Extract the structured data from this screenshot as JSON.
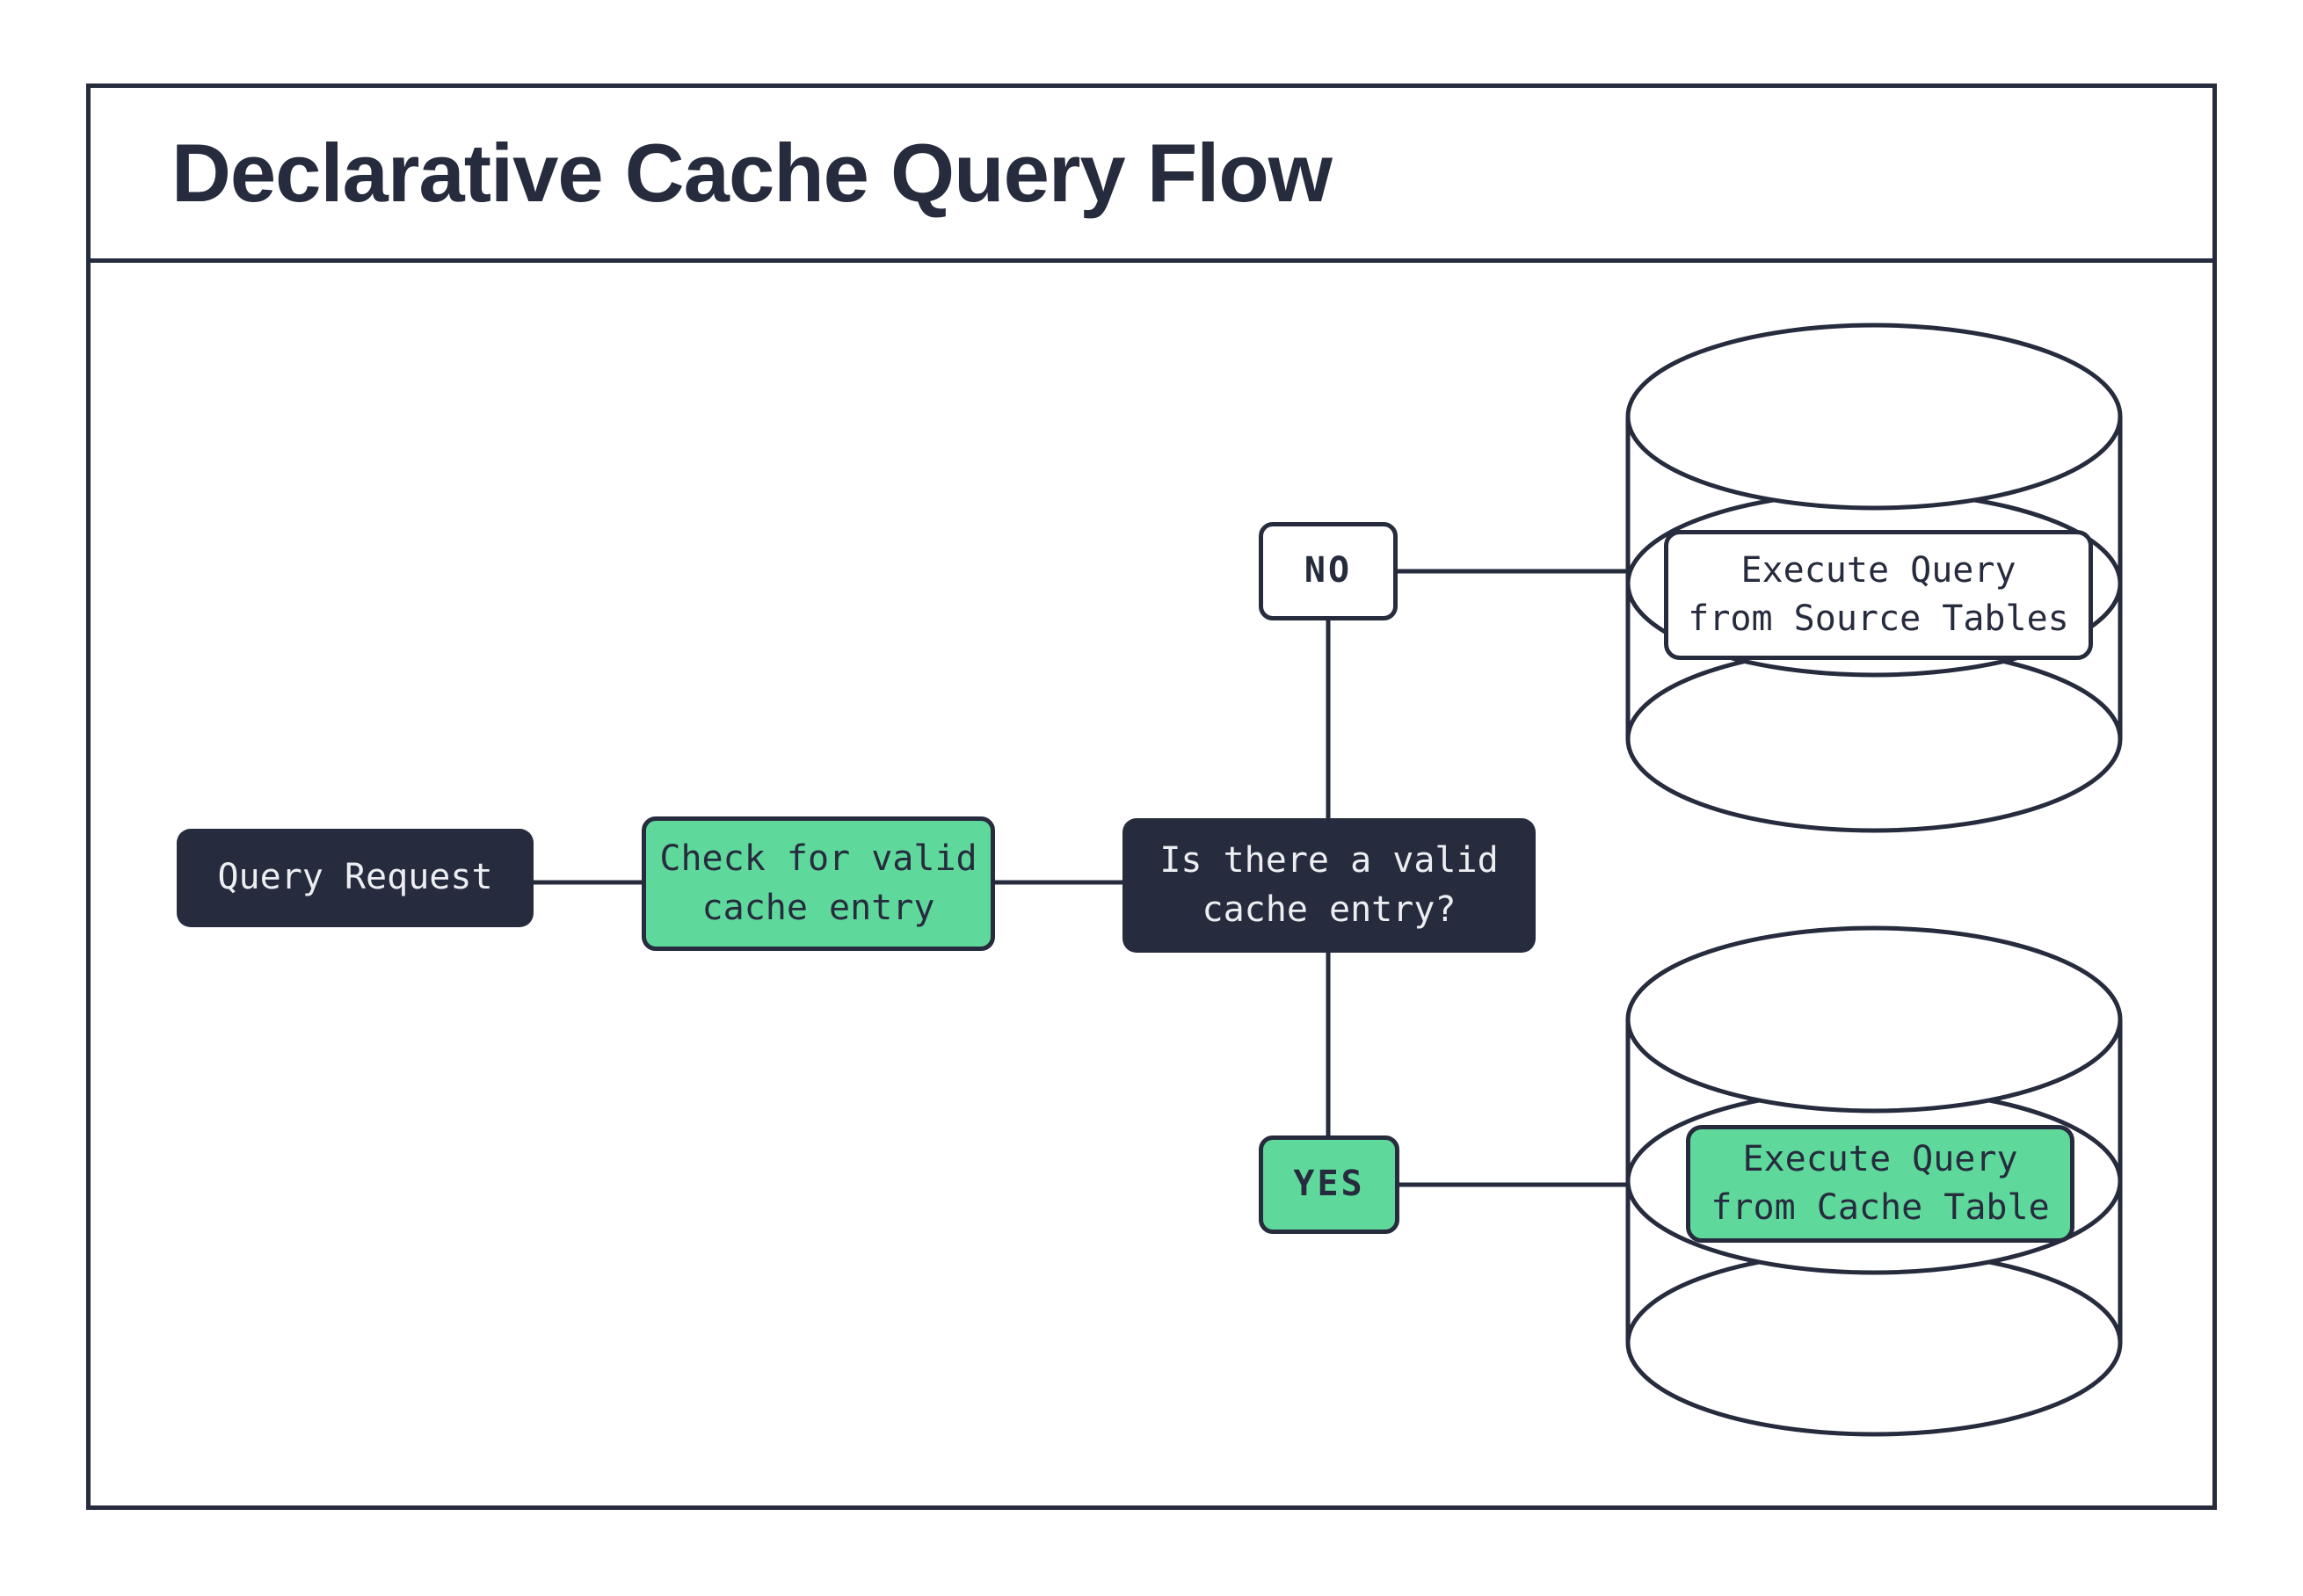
{
  "header": {
    "title": "Declarative Cache Query Flow"
  },
  "colors": {
    "dark": "#262B3D",
    "green": "#5FD89C",
    "paper": "#FFFFFF",
    "text-light": "#ECEEF2"
  },
  "nodes": {
    "query_request": {
      "label": "Query Request"
    },
    "check_cache": {
      "label": "Check for valid\ncache entry"
    },
    "decision": {
      "label": "Is there a valid\ncache entry?"
    },
    "no_edge": {
      "label": "NO"
    },
    "yes_edge": {
      "label": "YES"
    },
    "source_db": {
      "label": "Execute Query\nfrom Source Tables"
    },
    "cache_db": {
      "label": "Execute Query\nfrom Cache Table"
    }
  }
}
